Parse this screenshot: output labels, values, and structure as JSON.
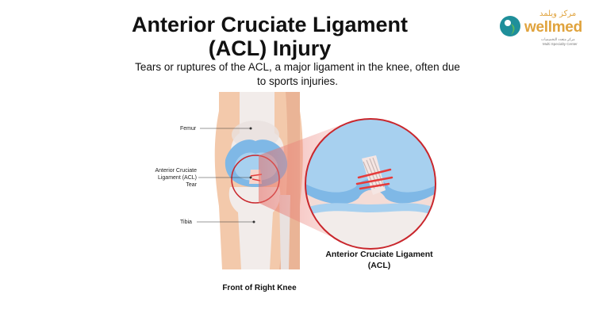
{
  "header": {
    "title": "Anterior Cruciate Ligament (ACL) Injury",
    "subtitle": "Tears or ruptures of the ACL, a major ligament in the knee, often due to sports injuries."
  },
  "brand": {
    "arabic_name": "مركز ويلمد",
    "name": "wellmed",
    "arabic_tagline": "مركز متعدد التخصصات",
    "tagline": "Multi Specialty Center",
    "colors": {
      "teal": "#1f8f9a",
      "gold": "#e0a33d",
      "green": "#5cb85c"
    }
  },
  "labels": {
    "femur": "Femur",
    "acl_tear": "Anterior Cruciate Ligament (ACL) Tear",
    "tibia": "Tibia"
  },
  "captions": {
    "zoom": "Anterior Cruciate Ligament (ACL)",
    "knee": "Front of Right Knee"
  },
  "colors": {
    "skin": "#f3c9ab",
    "bone": "#f2ecea",
    "cartilage": "#7fb8e6",
    "ligament_tear": "#e63b3b",
    "zoom_ring": "#c9262c"
  }
}
